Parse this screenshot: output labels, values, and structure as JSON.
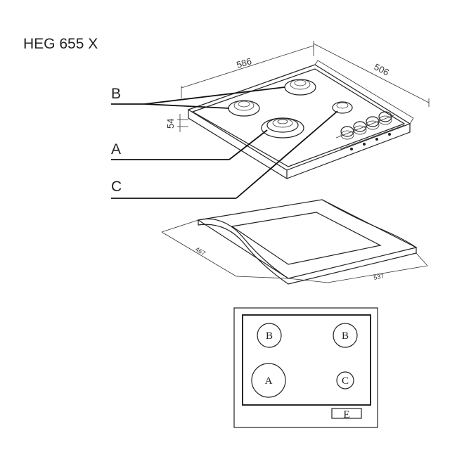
{
  "model": "HEG 655 X",
  "dimensions": {
    "width": "586",
    "depth": "506",
    "height": "54",
    "cutout_depth": "467",
    "cutout_width": "537"
  },
  "callouts": {
    "b": "B",
    "a": "A",
    "c": "C"
  },
  "layout_labels": {
    "rear_left": "B",
    "rear_right": "B",
    "front_left": "A",
    "front_right": "C",
    "controls": "E"
  }
}
